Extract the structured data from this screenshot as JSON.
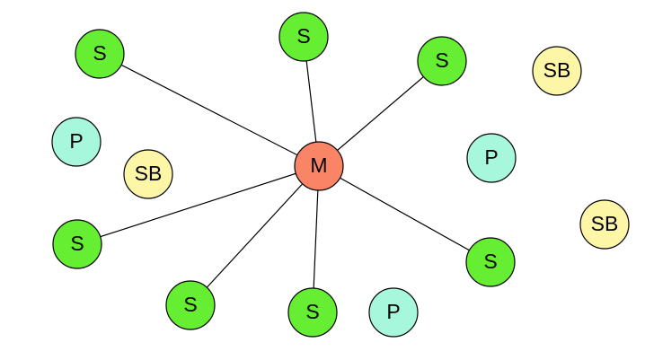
{
  "diagram": {
    "colors": {
      "edge": "#000000",
      "node_stroke": "#000000",
      "master": "#FA8466",
      "slave": "#66EE33",
      "peer": "#A6F7DC",
      "standby": "#FDF6A6"
    },
    "nodes": [
      {
        "id": "master",
        "label": "M",
        "kind": "master"
      },
      {
        "id": "s1",
        "label": "S",
        "kind": "slave"
      },
      {
        "id": "s2",
        "label": "S",
        "kind": "slave"
      },
      {
        "id": "s3",
        "label": "S",
        "kind": "slave"
      },
      {
        "id": "s4",
        "label": "S",
        "kind": "slave"
      },
      {
        "id": "s5",
        "label": "S",
        "kind": "slave"
      },
      {
        "id": "s6",
        "label": "S",
        "kind": "slave"
      },
      {
        "id": "s7",
        "label": "S",
        "kind": "slave"
      },
      {
        "id": "p1",
        "label": "P",
        "kind": "peer"
      },
      {
        "id": "p2",
        "label": "P",
        "kind": "peer"
      },
      {
        "id": "p3",
        "label": "P",
        "kind": "peer"
      },
      {
        "id": "sb1",
        "label": "SB",
        "kind": "standby"
      },
      {
        "id": "sb2",
        "label": "SB",
        "kind": "standby"
      },
      {
        "id": "sb3",
        "label": "SB",
        "kind": "standby"
      }
    ],
    "edges": [
      {
        "from": "master",
        "to": "s1"
      },
      {
        "from": "master",
        "to": "s2"
      },
      {
        "from": "master",
        "to": "s3"
      },
      {
        "from": "master",
        "to": "s4"
      },
      {
        "from": "master",
        "to": "s5"
      },
      {
        "from": "master",
        "to": "s6"
      },
      {
        "from": "master",
        "to": "s7"
      }
    ]
  }
}
